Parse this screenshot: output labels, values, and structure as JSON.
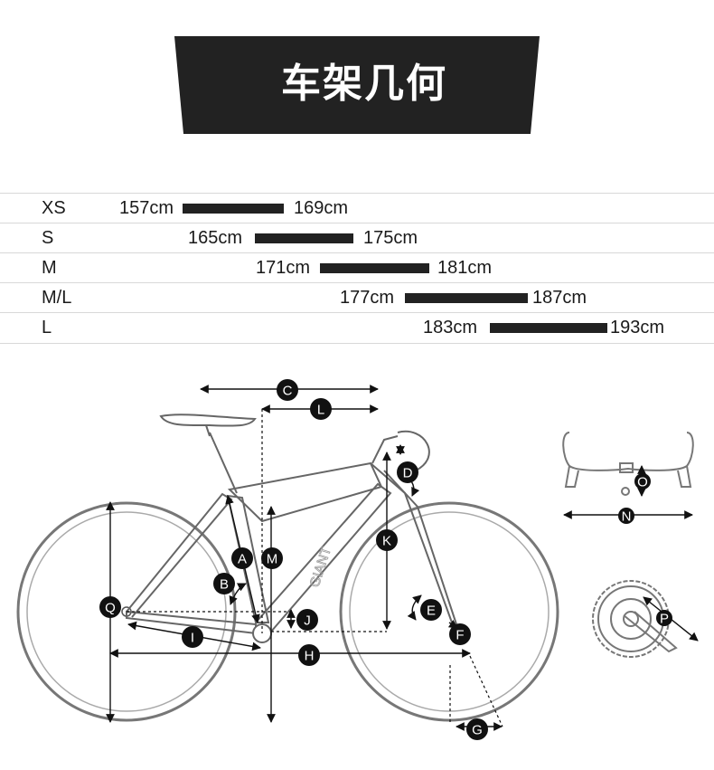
{
  "title": "车架几何",
  "sizes": [
    {
      "size": "XS",
      "min": "157cm",
      "max": "169cm"
    },
    {
      "size": "S",
      "min": "165cm",
      "max": "175cm"
    },
    {
      "size": "M",
      "min": "171cm",
      "max": "181cm"
    },
    {
      "size": "M/L",
      "min": "177cm",
      "max": "187cm"
    },
    {
      "size": "L",
      "min": "183cm",
      "max": "193cm"
    }
  ],
  "frame_logo": "GIANT",
  "labels": {
    "A": "A",
    "B": "B",
    "C": "C",
    "D": "D",
    "E": "E",
    "F": "F",
    "G": "G",
    "H": "H",
    "I": "I",
    "J": "J",
    "K": "K",
    "L": "L",
    "M": "M",
    "N": "N",
    "O": "O",
    "P": "P",
    "Q": "Q"
  },
  "colors": {
    "banner": "#222222",
    "bar": "#222222",
    "line": "#666666",
    "marker": "#111111"
  }
}
